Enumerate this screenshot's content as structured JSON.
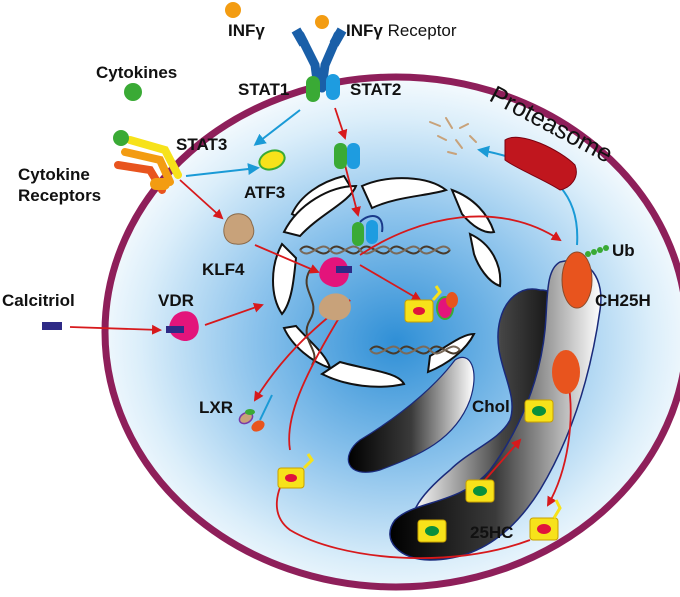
{
  "labels": {
    "inf_gamma": "INFγ",
    "inf_gamma_receptor_bold": "INFγ",
    "inf_gamma_receptor_rest": " Receptor",
    "cytokines": "Cytokines",
    "stat1": "STAT1",
    "stat2": "STAT2",
    "stat3": "STAT3",
    "cytokine_receptors_line1": "Cytokine",
    "cytokine_receptors_line2": "Receptors",
    "atf3": "ATF3",
    "klf4": "KLF4",
    "calcitriol": "Calcitriol",
    "vdr": "VDR",
    "lxr": "LXR",
    "proteasome": "Proteasome",
    "ub": "Ub",
    "ch25h": "CH25H",
    "chol": "Chol",
    "hc25": "25HC"
  },
  "colors": {
    "membrane": "#8e1f5a",
    "activation_arrow": "#d7191c",
    "signal_arrow": "#1a9ad6",
    "stat1": "#3aaa35",
    "stat2": "#1e9ce0",
    "receptor": "#1a5fa8",
    "ligand": "#f39c12",
    "proteasome": "#c0161e",
    "ch25h": "#e8541e",
    "sterol": "#f7e21a",
    "sterol_core_green": "#0a8f3c",
    "sterol_core_red": "#e0133c",
    "vdr": "#e3147b",
    "klf4": "#c8a27a",
    "calcitriol": "#2e2a86"
  }
}
